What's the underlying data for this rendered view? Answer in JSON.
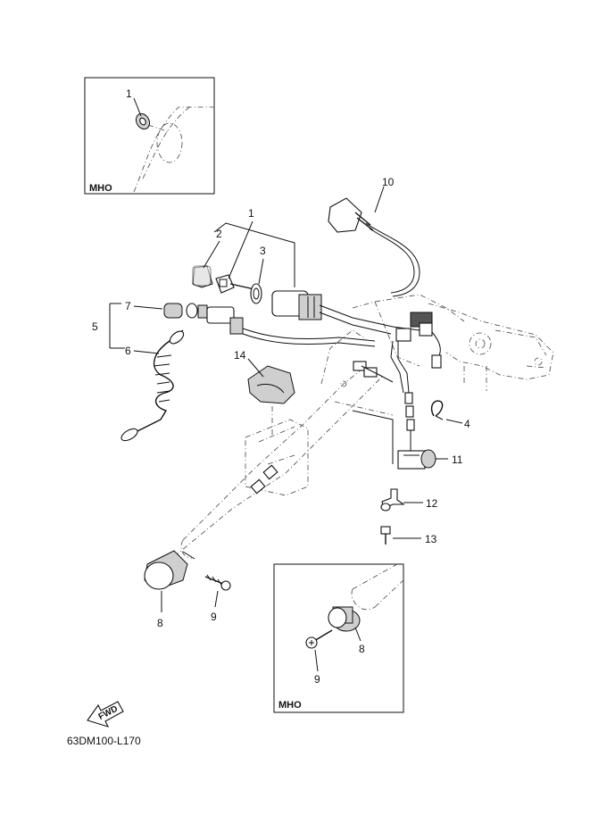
{
  "diagram": {
    "drawing_code": "63DM100-L170",
    "fwd_label": "FWD",
    "inset_top": {
      "tag": "MHO",
      "callout": "1"
    },
    "inset_bottom": {
      "tag": "MHO",
      "callouts": [
        "8",
        "9"
      ]
    },
    "callouts": {
      "c1": "1",
      "c2": "2",
      "c3": "3",
      "c4": "4",
      "c5": "5",
      "c6": "6",
      "c7": "7",
      "c8": "8",
      "c9": "9",
      "c10": "10",
      "c11": "11",
      "c12": "12",
      "c13": "13",
      "c14": "14"
    }
  }
}
